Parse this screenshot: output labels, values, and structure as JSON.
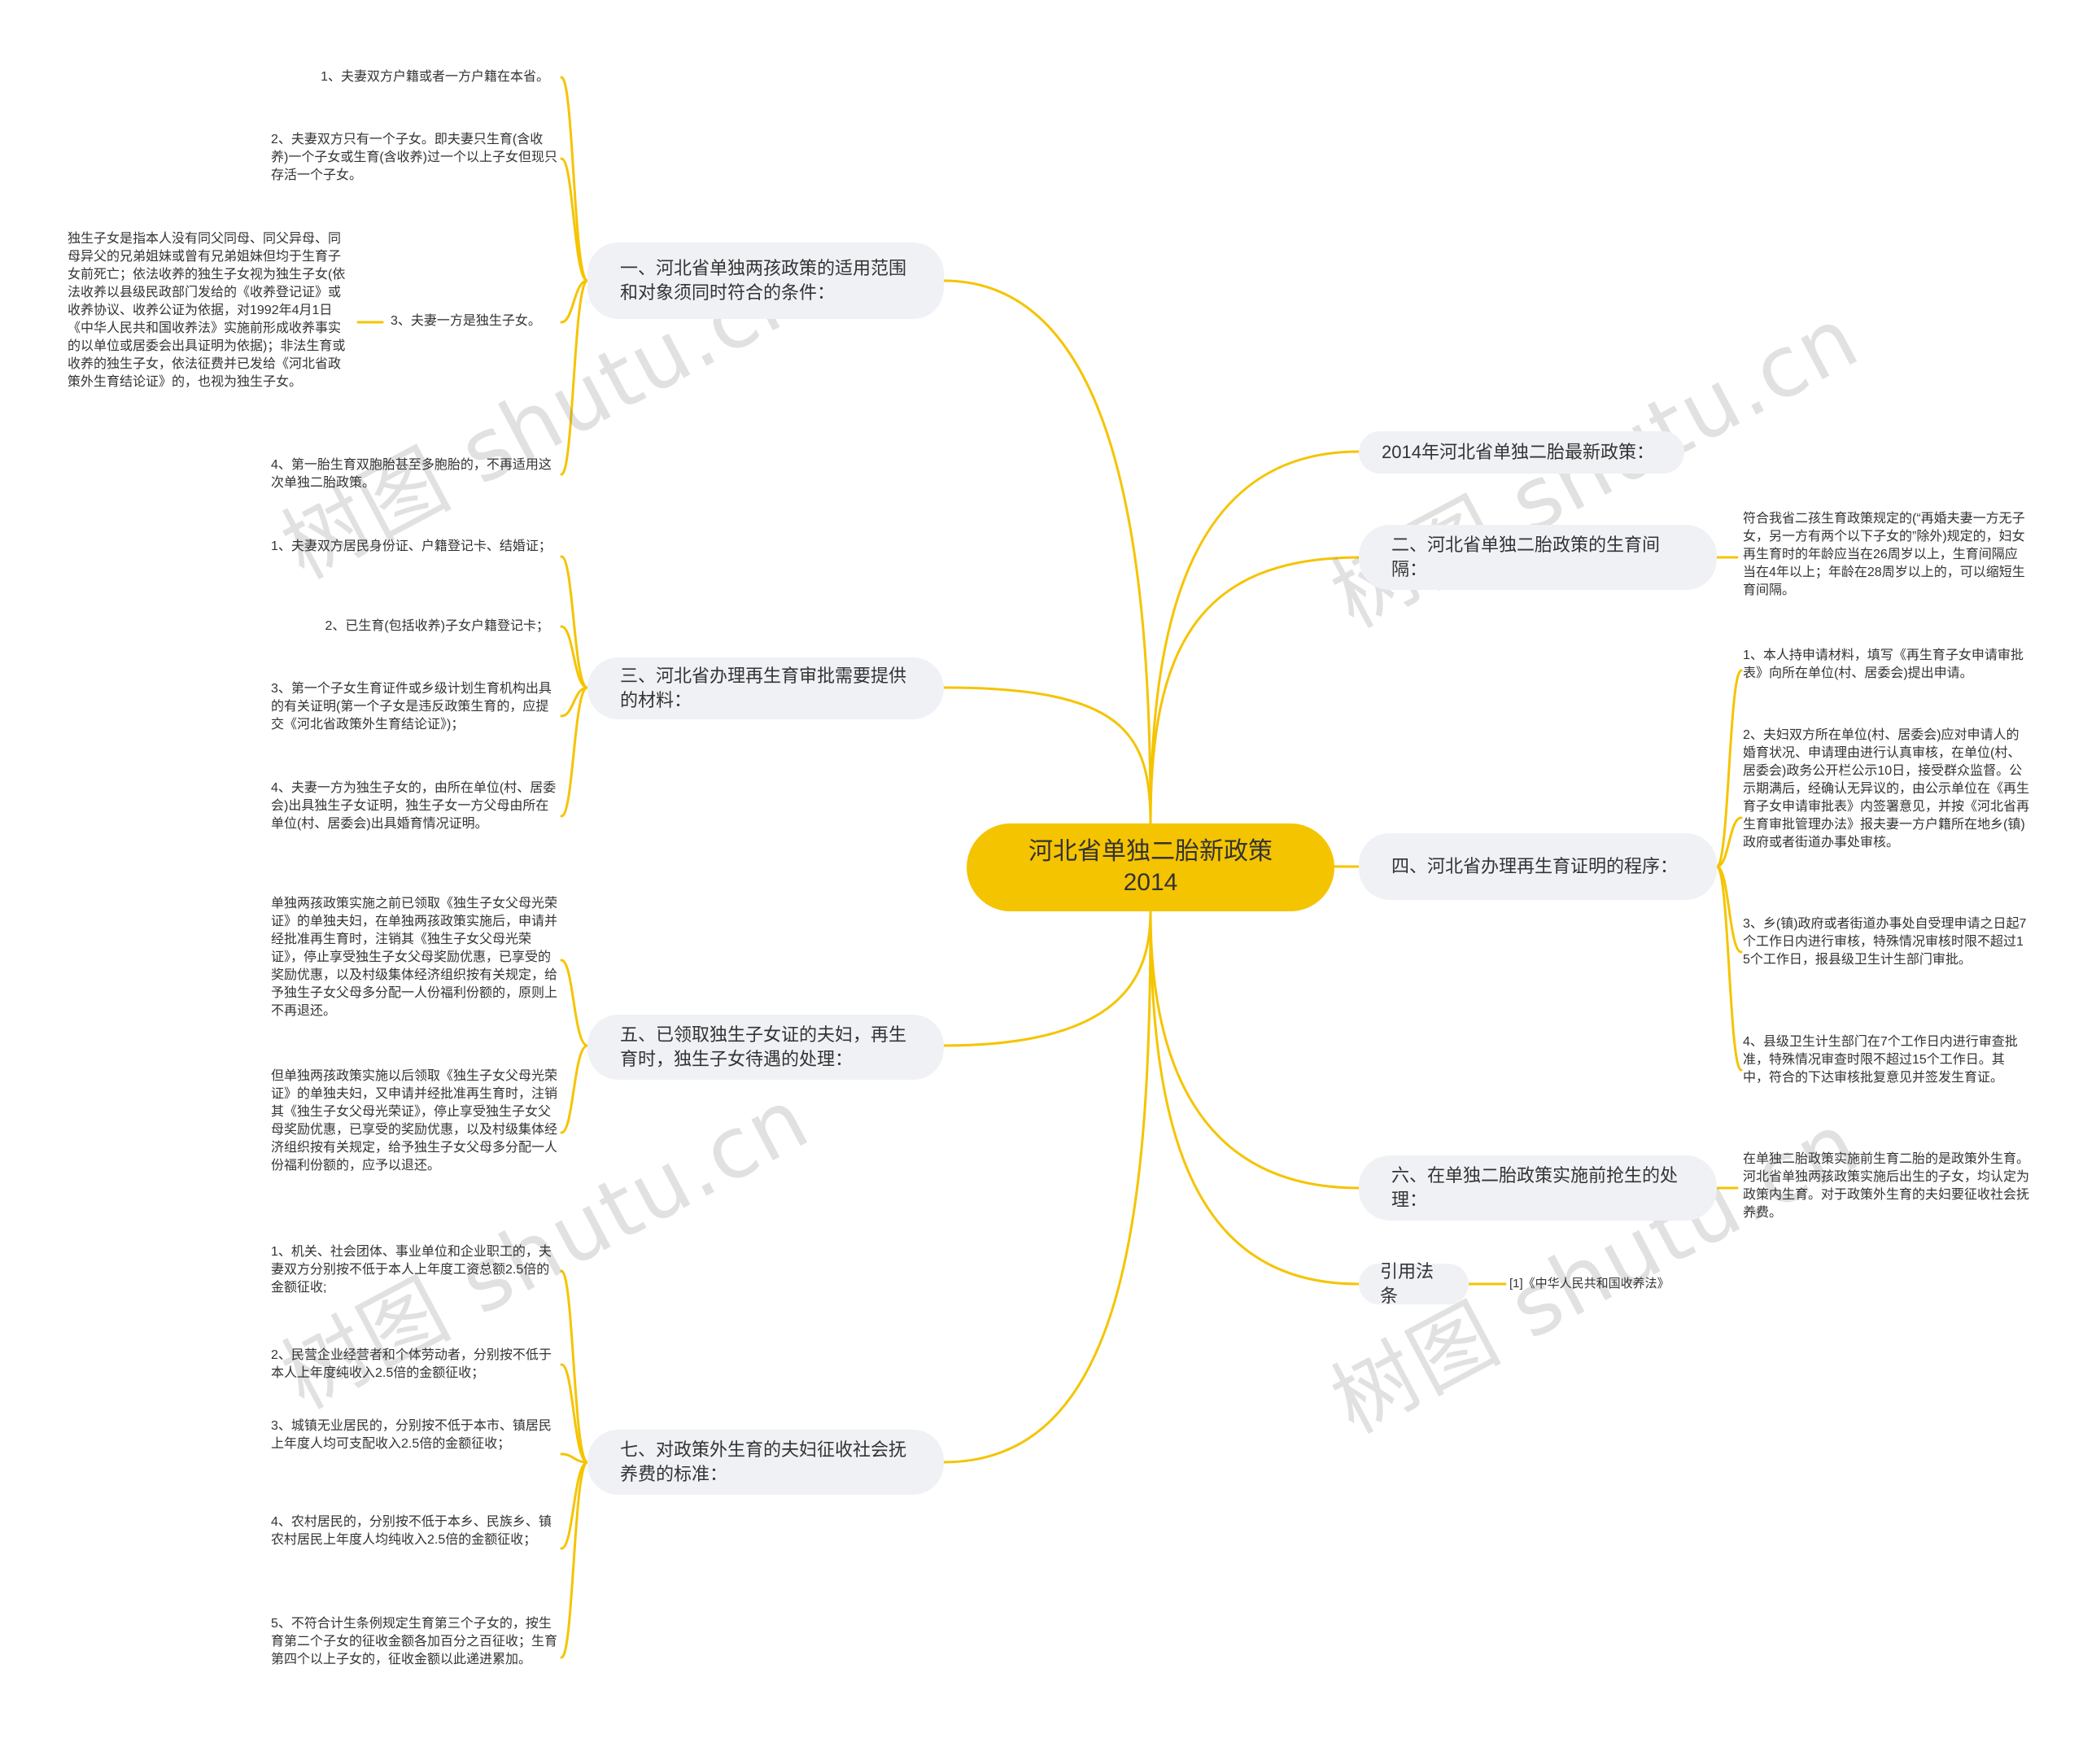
{
  "center": {
    "title": "河北省单独二胎新政策2014"
  },
  "branches": {
    "b1": {
      "label": "一、河北省单独两孩政策的适用范围和对象须同时符合的条件：",
      "items": [
        "1、夫妻双方户籍或者一方户籍在本省。",
        "2、夫妻双方只有一个子女。即夫妻只生育(含收养)一个子女或生育(含收养)过一个以上子女但现只存活一个子女。",
        "3、夫妻一方是独生子女。",
        "4、第一胎生育双胞胎甚至多胞胎的，不再适用这次单独二胎政策。"
      ],
      "sub_note": "独生子女是指本人没有同父同母、同父异母、同母异父的兄弟姐妹或曾有兄弟姐妹但均于生育子女前死亡；依法收养的独生子女视为独生子女(依法收养以县级民政部门发给的《收养登记证》或收养协议、收养公证为依据，对1992年4月1日《中华人民共和国收养法》实施前形成收养事实的以单位或居委会出具证明为依据)；非法生育或收养的独生子女，依法征费并已发给《河北省政策外生育结论证》的，也视为独生子女。"
    },
    "b3": {
      "label": "三、河北省办理再生育审批需要提供的材料：",
      "items": [
        "1、夫妻双方居民身份证、户籍登记卡、结婚证；",
        "2、已生育(包括收养)子女户籍登记卡；",
        "3、第一个子女生育证件或乡级计划生育机构出具的有关证明(第一个子女是违反政策生育的，应提交《河北省政策外生育结论证》)；",
        "4、夫妻一方为独生子女的，由所在单位(村、居委会)出具独生子女证明，独生子女一方父母由所在单位(村、居委会)出具婚育情况证明。"
      ]
    },
    "b5": {
      "label": "五、已领取独生子女证的夫妇，再生育时，独生子女待遇的处理：",
      "items": [
        "单独两孩政策实施之前已领取《独生子女父母光荣证》的单独夫妇，在单独两孩政策实施后，申请并经批准再生育时，注销其《独生子女父母光荣证》，停止享受独生子女父母奖励优惠，已享受的奖励优惠，以及村级集体经济组织按有关规定，给予独生子女父母多分配一人份福利份额的，原则上不再退还。",
        "但单独两孩政策实施以后领取《独生子女父母光荣证》的单独夫妇，又申请并经批准再生育时，注销其《独生子女父母光荣证》，停止享受独生子女父母奖励优惠，已享受的奖励优惠，以及村级集体经济组织按有关规定，给予独生子女父母多分配一人份福利份额的，应予以退还。"
      ]
    },
    "b7": {
      "label": "七、对政策外生育的夫妇征收社会抚养费的标准：",
      "items": [
        "1、机关、社会团体、事业单位和企业职工的，夫妻双方分别按不低于本人上年度工资总额2.5倍的金额征收;",
        "2、民营企业经营者和个体劳动者，分别按不低于本人上年度纯收入2.5倍的金额征收；",
        "3、城镇无业居民的，分别按不低于本市、镇居民上年度人均可支配收入2.5倍的金额征收；",
        "4、农村居民的，分别按不低于本乡、民族乡、镇农村居民上年度人均纯收入2.5倍的金额征收；",
        "5、不符合计生条例规定生育第三个子女的，按生育第二个子女的征收金额各加百分之百征收；生育第四个以上子女的，征收金额以此递进累加。"
      ]
    },
    "r0": {
      "label": "2014年河北省单独二胎最新政策："
    },
    "b2": {
      "label": "二、河北省单独二胎政策的生育间隔：",
      "items": [
        "符合我省二孩生育政策规定的(“再婚夫妻一方无子女，另一方有两个以下子女的”除外)规定的，妇女再生育时的年龄应当在26周岁以上，生育间隔应当在4年以上；年龄在28周岁以上的，可以缩短生育间隔。"
      ]
    },
    "b4": {
      "label": "四、河北省办理再生育证明的程序：",
      "items": [
        "1、本人持申请材料，填写《再生育子女申请审批表》向所在单位(村、居委会)提出申请。",
        "2、夫妇双方所在单位(村、居委会)应对申请人的婚育状况、申请理由进行认真审核，在单位(村、居委会)政务公开栏公示10日，接受群众监督。公示期满后，经确认无异议的，由公示单位在《再生育子女申请审批表》内签署意见，并按《河北省再生育审批管理办法》报夫妻一方户籍所在地乡(镇)政府或者街道办事处审核。",
        "3、乡(镇)政府或者街道办事处自受理申请之日起7个工作日内进行审核，特殊情况审核时限不超过15个工作日，报县级卫生计生部门审批。",
        "4、县级卫生计生部门在7个工作日内进行审查批准，特殊情况审查时限不超过15个工作日。其中，符合的下达审核批复意见并签发生育证。"
      ]
    },
    "b6": {
      "label": "六、在单独二胎政策实施前抢生的处理：",
      "items": [
        "在单独二胎政策实施前生育二胎的是政策外生育。河北省单独两孩政策实施后出生的子女，均认定为政策内生育。对于政策外生育的夫妇要征收社会抚养费。"
      ]
    },
    "ref": {
      "label": "引用法条",
      "items": [
        "[1]《中华人民共和国收养法》"
      ]
    }
  },
  "watermark": {
    "text": "树图 shutu.cn"
  },
  "colors": {
    "accent": "#f5c400",
    "branch_bg": "#eff1f5",
    "text": "#333333"
  }
}
